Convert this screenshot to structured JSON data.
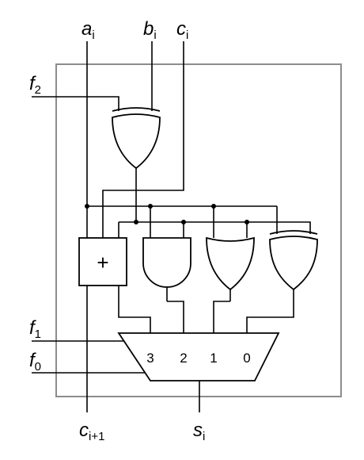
{
  "inputs": {
    "a": {
      "base": "a",
      "sub": "i"
    },
    "b": {
      "base": "b",
      "sub": "i"
    },
    "c": {
      "base": "c",
      "sub": "i"
    }
  },
  "controls": {
    "f2": {
      "base": "f",
      "sub": "2"
    },
    "f1": {
      "base": "f",
      "sub": "1"
    },
    "f0": {
      "base": "f",
      "sub": "0"
    }
  },
  "outputs": {
    "carry": {
      "base": "c",
      "sub": "i+1"
    },
    "sum": {
      "base": "s",
      "sub": "i"
    }
  },
  "adder": {
    "symbol": "+"
  },
  "mux": {
    "inputs": [
      "3",
      "2",
      "1",
      "0"
    ]
  }
}
